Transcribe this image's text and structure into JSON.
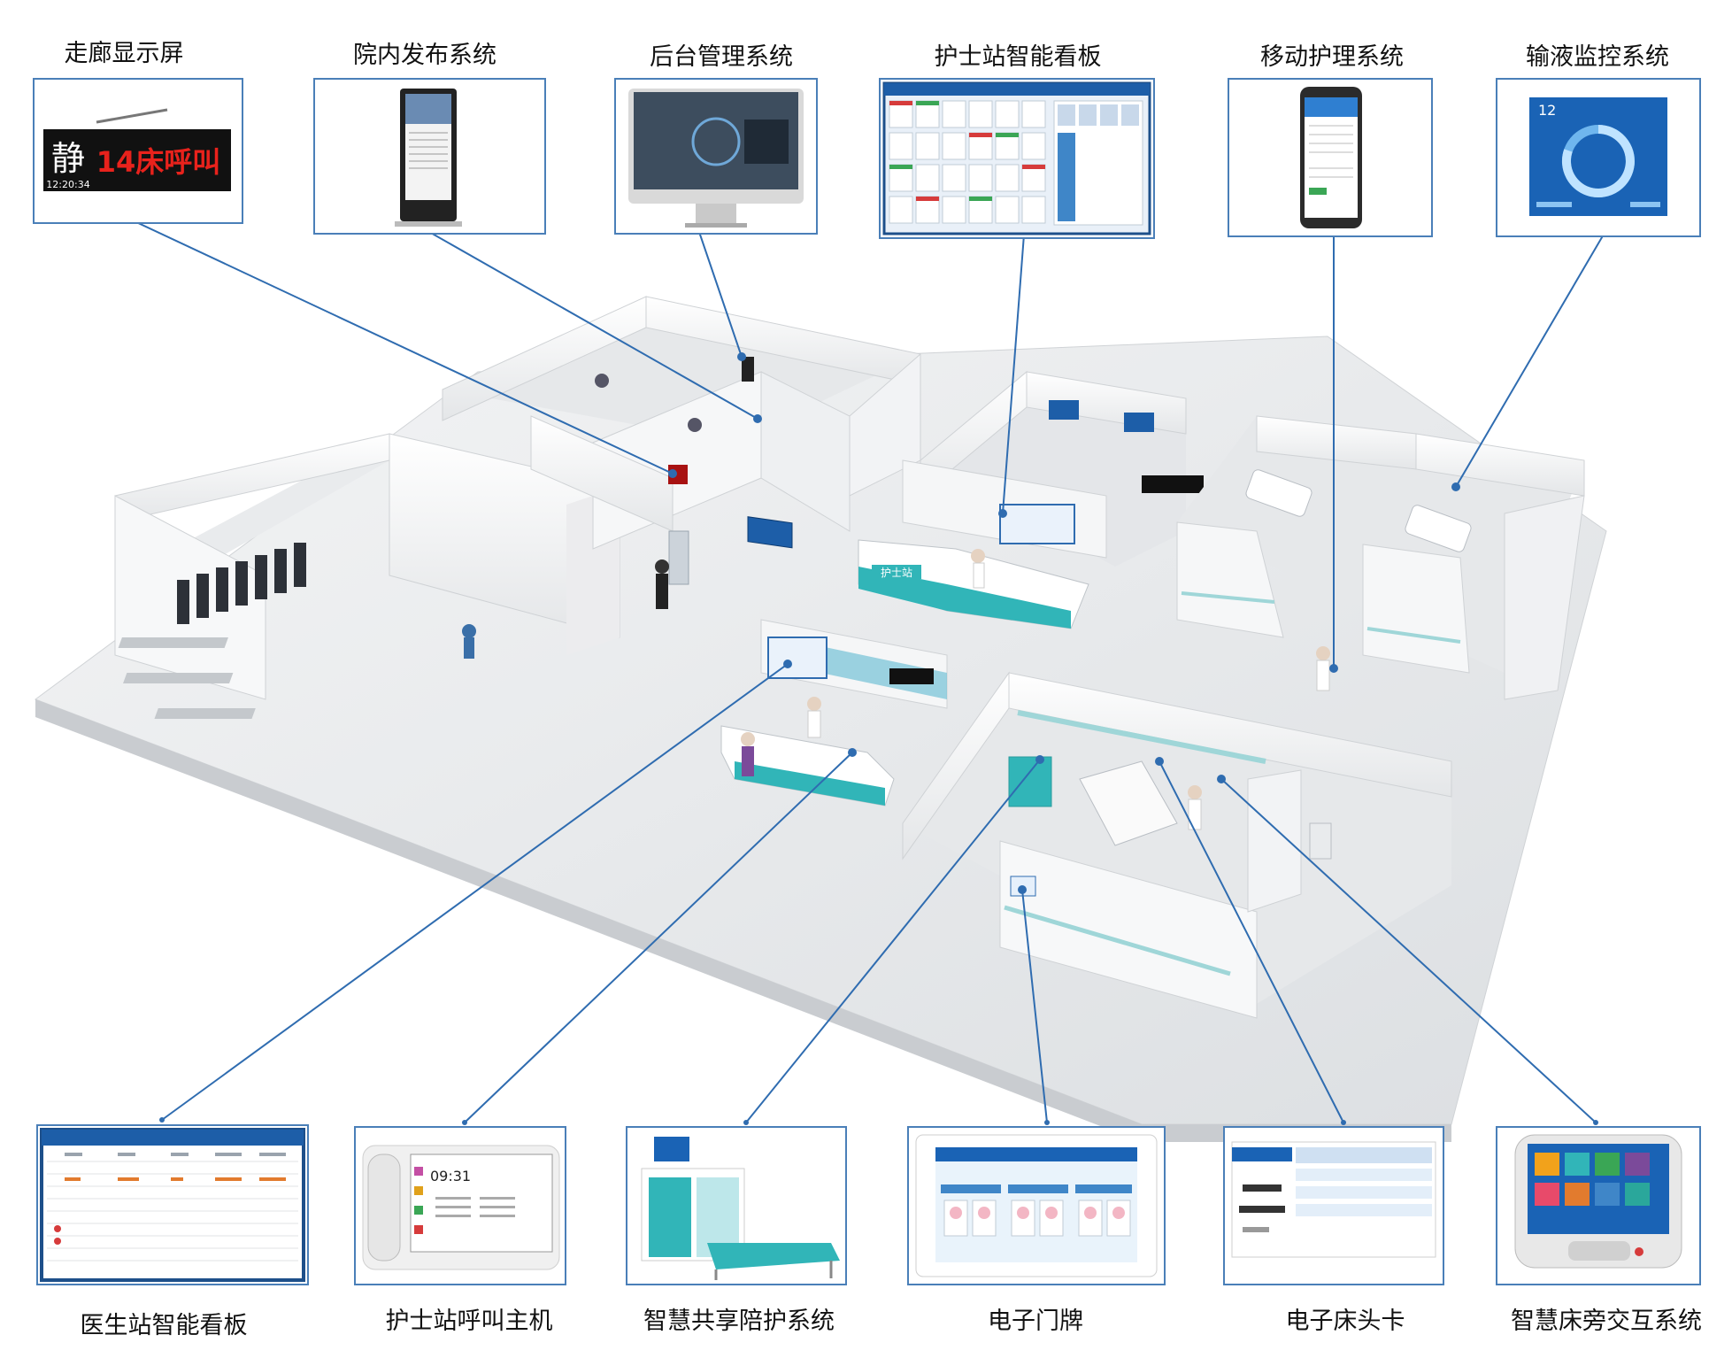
{
  "top_labels": [
    "走廊显示屏",
    "院内发布系统",
    "后台管理系统",
    "护士站智能看板",
    "移动护理系统",
    "输液监控系统"
  ],
  "bottom_labels": [
    "医生站智能看板",
    "护士站呼叫主机",
    "智慧共享陪护系统",
    "电子门牌",
    "电子床头卡",
    "智慧床旁交互系统"
  ],
  "corridor_display": {
    "big_char": "静",
    "message": "14床呼叫",
    "time": "12:20:34"
  },
  "infusion": {
    "number": "12"
  },
  "call_host": {
    "time": "09:31"
  },
  "nurse_station_sign": "护士站",
  "colors": {
    "frame": "#4a7fb8",
    "line": "#2f6cb0",
    "led": "#e8221c",
    "teal": "#31b5b8"
  }
}
